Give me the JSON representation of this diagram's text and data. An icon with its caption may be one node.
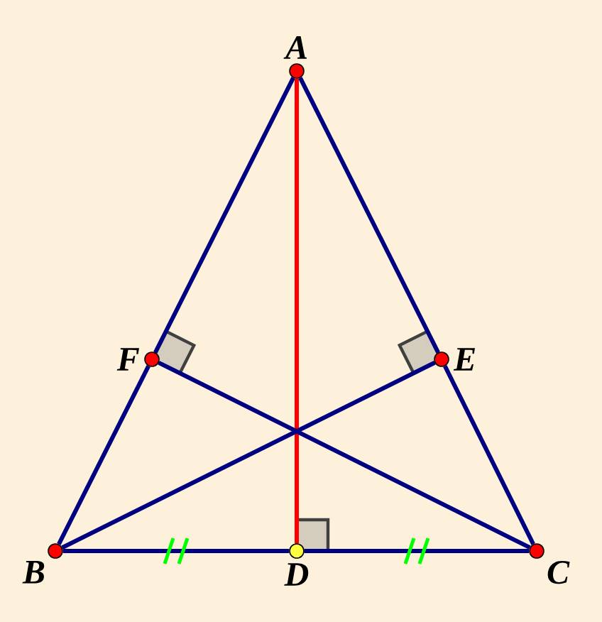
{
  "diagram": {
    "nodes": [
      {
        "text": [
          "A"
        ]
      },
      {
        "text": [
          "B"
        ]
      },
      {
        "text": [
          "C"
        ]
      },
      {
        "text": [
          "D"
        ]
      },
      {
        "text": [
          "E"
        ]
      },
      {
        "text": [
          "F"
        ]
      }
    ],
    "edges": [
      {
        "from": 0,
        "to": 5,
        "arrow": "none"
      },
      {
        "from": 5,
        "to": 1,
        "arrow": "none"
      },
      {
        "from": 0,
        "to": 4,
        "arrow": "none"
      },
      {
        "from": 4,
        "to": 2,
        "arrow": "none"
      },
      {
        "from": 1,
        "to": 3,
        "arrow": "none"
      },
      {
        "from": 3,
        "to": 2,
        "arrow": "none"
      },
      {
        "from": 0,
        "to": 3,
        "arrow": "none",
        "color": "#ff0000"
      },
      {
        "from": 1,
        "to": 4,
        "arrow": "none"
      },
      {
        "from": 2,
        "to": 5,
        "arrow": "none"
      }
    ]
  }
}
